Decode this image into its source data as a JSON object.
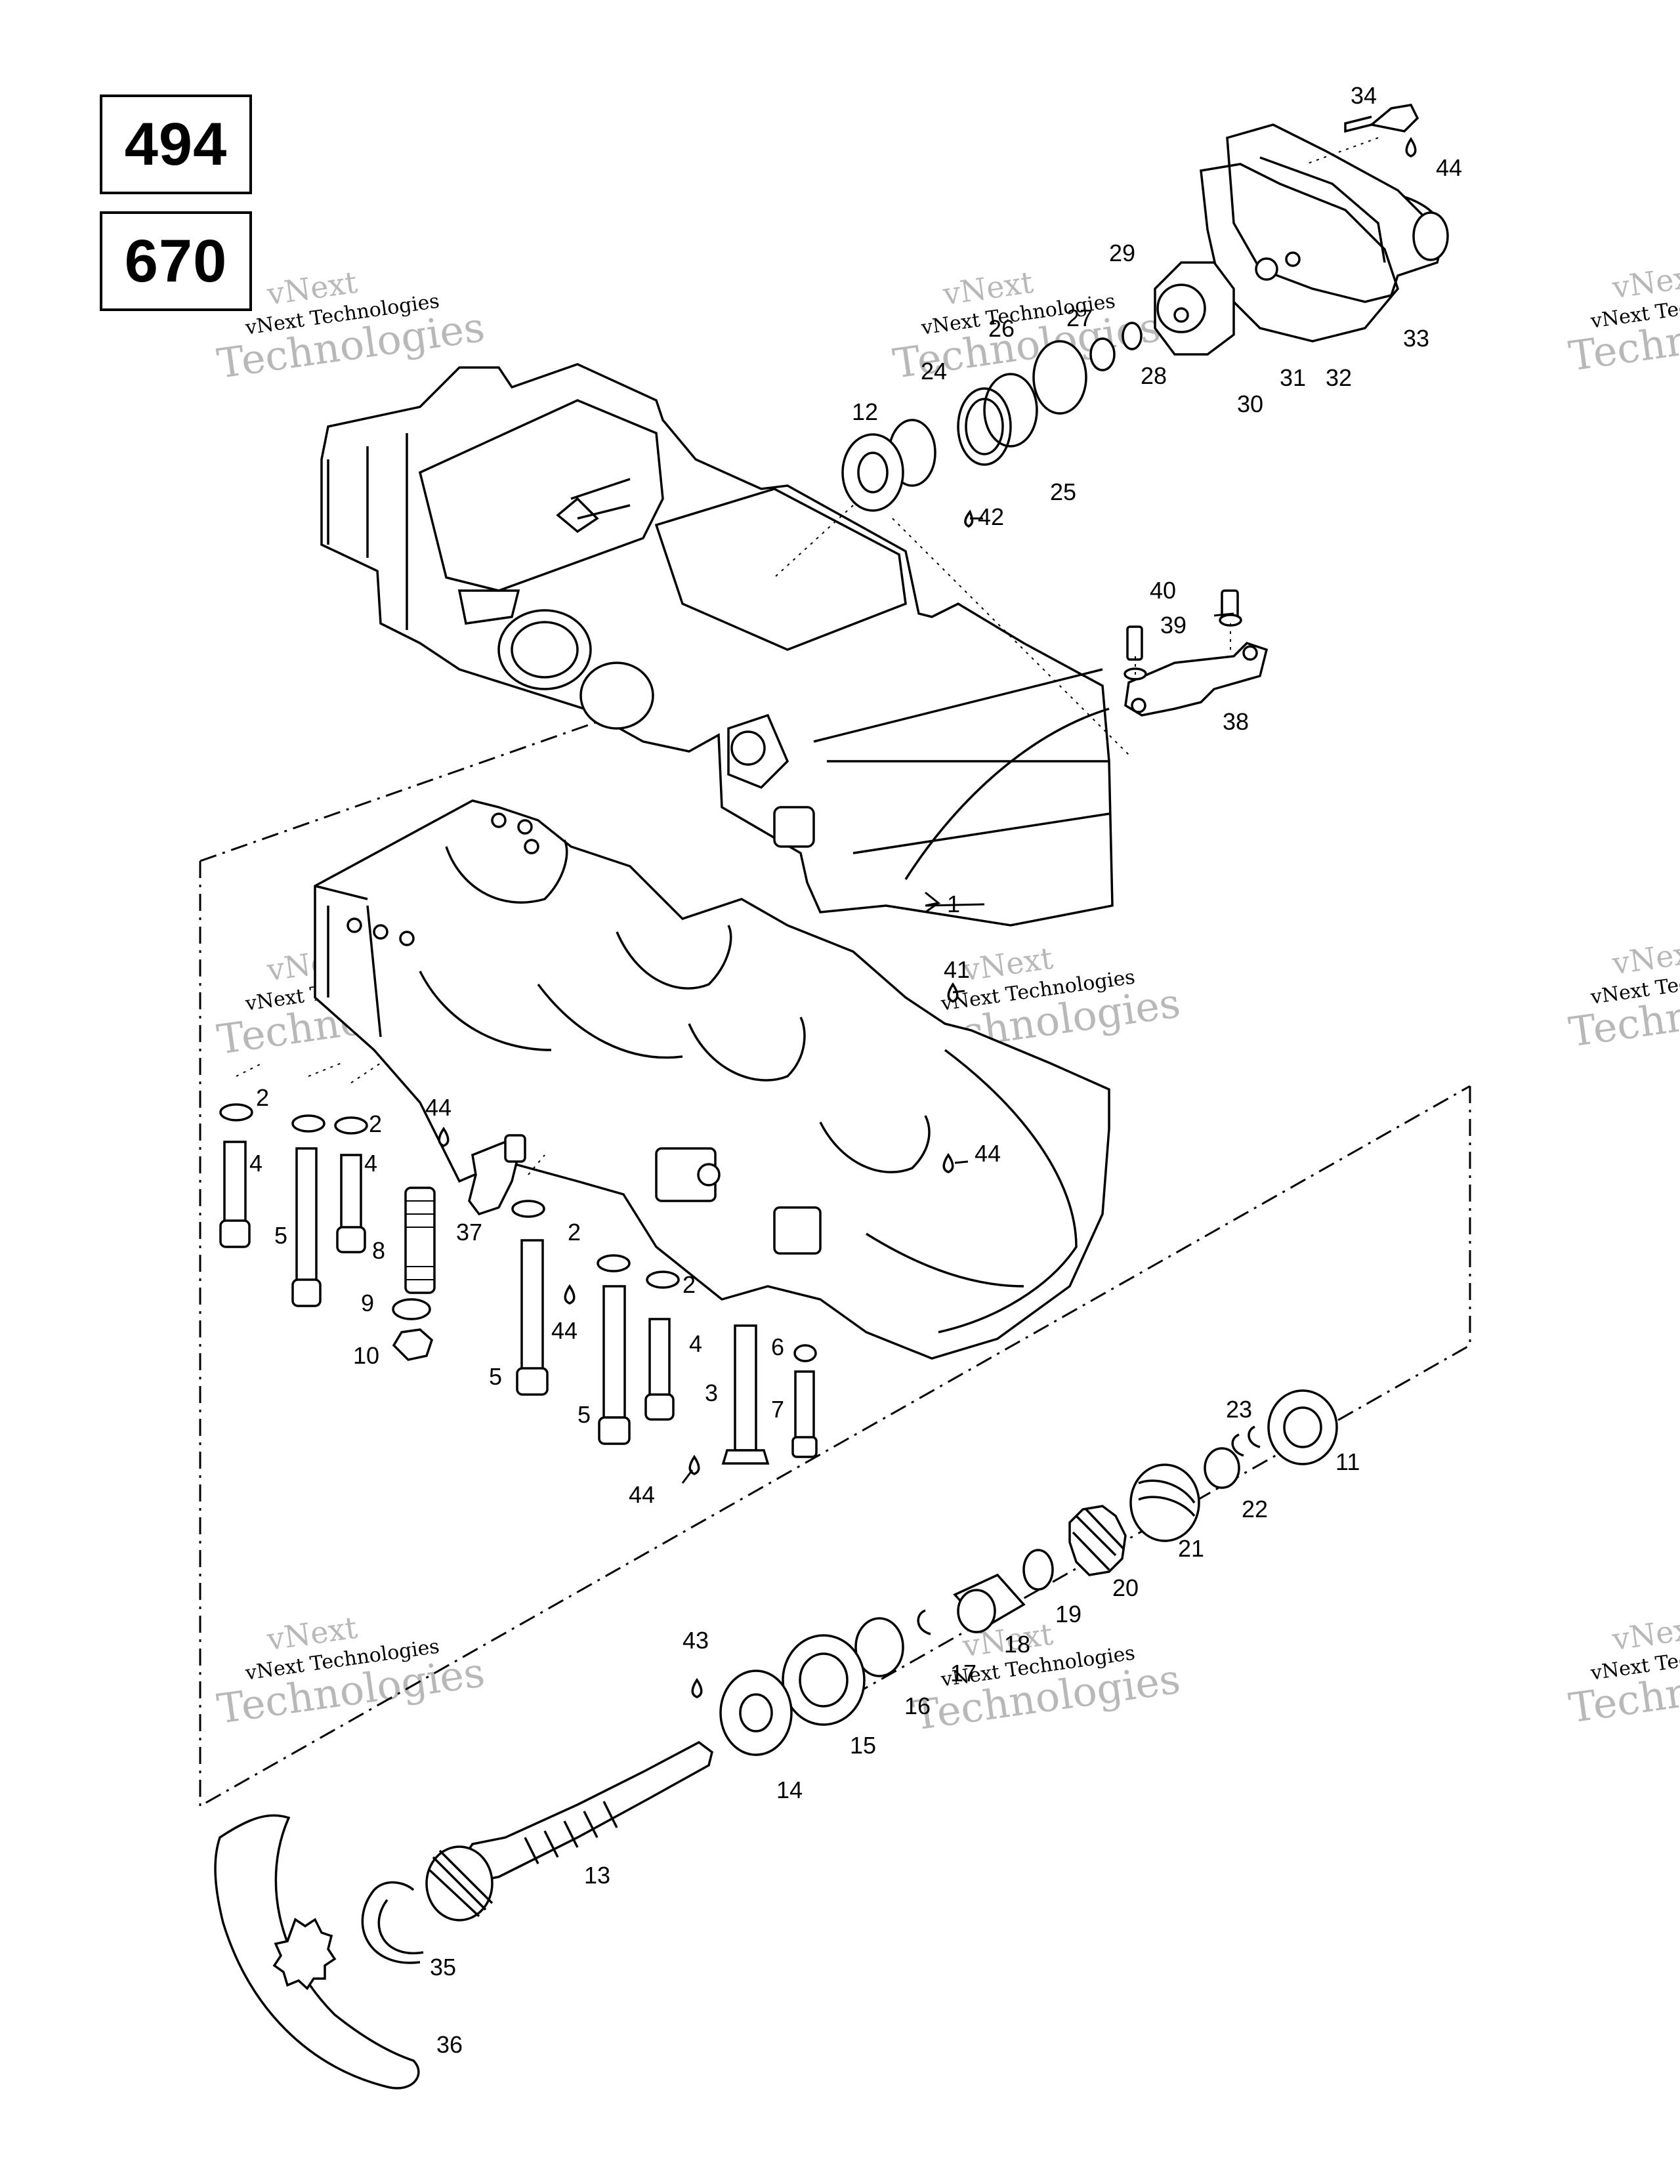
{
  "model_codes": [
    "494",
    "670"
  ],
  "watermark": {
    "line1": "vNext",
    "line2": "vNext Technologies",
    "line3": "Technologies"
  },
  "callouts": {
    "n1": "1",
    "n2a": "2",
    "n2b": "2",
    "n2c": "2",
    "n2d": "2",
    "n3": "3",
    "n4a": "4",
    "n4b": "4",
    "n4c": "4",
    "n5a": "5",
    "n5b": "5",
    "n5c": "5",
    "n6": "6",
    "n7": "7",
    "n8": "8",
    "n9": "9",
    "n10": "10",
    "n11": "11",
    "n12": "12",
    "n13": "13",
    "n14": "14",
    "n15": "15",
    "n16": "16",
    "n17": "17",
    "n18": "18",
    "n19": "19",
    "n20": "20",
    "n21": "21",
    "n22": "22",
    "n23": "23",
    "n24": "24",
    "n25": "25",
    "n26": "26",
    "n27": "27",
    "n28": "28",
    "n29": "29",
    "n30": "30",
    "n31": "31",
    "n32": "32",
    "n33": "33",
    "n34": "34",
    "n35": "35",
    "n36": "36",
    "n37": "37",
    "n38": "38",
    "n39": "39",
    "n40": "40",
    "n41": "41",
    "n42": "42",
    "n43": "43",
    "n44a": "44",
    "n44b": "44",
    "n44c": "44",
    "n44d": "44",
    "n44e": "44"
  }
}
